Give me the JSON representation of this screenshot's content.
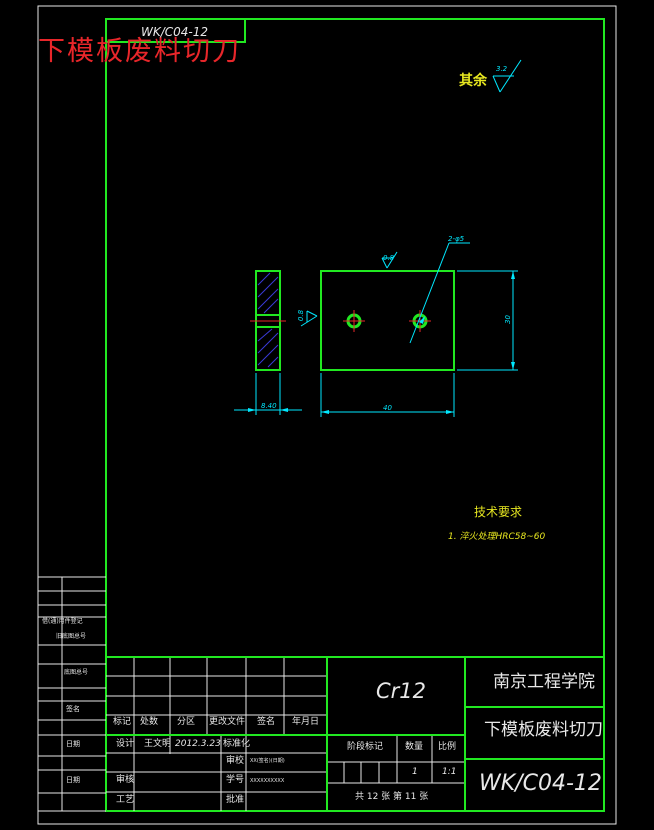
{
  "drawing": {
    "title_red": "下模板废料切刀",
    "code_tab": "WK/C04-12",
    "roughness": {
      "label": "其余",
      "value": "3.2"
    },
    "dims": {
      "ra_top": "0.8",
      "holes": "2-φ5",
      "ra_side": "0.8",
      "height": "30",
      "width": "40",
      "thickness": "8.40"
    },
    "tech_req": {
      "title": "技术要求",
      "item1": "1. 淬火处理HRC58~60"
    },
    "left_column": {
      "archive": "借(通)用件登记",
      "drawing_no": "旧底图总号",
      "base_no": "底图总号",
      "sign": "签名",
      "date1": "日期",
      "date2": "日期"
    },
    "title_block": {
      "material": "Cr12",
      "school": "南京工程学院",
      "part_name": "下模板废料切刀",
      "drawing_code": "WK/C04-12",
      "rev_headers": [
        "标记",
        "处数",
        "分区",
        "更改文件",
        "签名",
        "年月日"
      ],
      "design_label": "设计",
      "designer": "王文明",
      "design_date": "2012.3.23",
      "standard_label": "标准化",
      "review_label": "审核",
      "craft_label": "工艺",
      "check_label": "批准",
      "stage_header": "阶段标记",
      "qty_header": "数量",
      "scale_header": "比例",
      "qty": "1",
      "scale": "1:1",
      "sheets": "共 12 张    第 11 张",
      "row2_a": "审校",
      "row2_b": "XX(签名)(日期)",
      "row3_a": "学号",
      "row3_b": "XXXXXXXXXX"
    }
  }
}
